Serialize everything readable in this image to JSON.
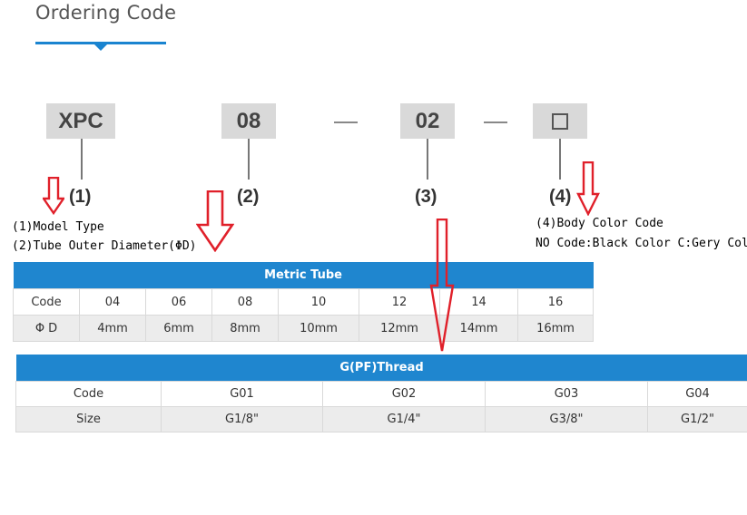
{
  "header": {
    "title": "Ordering Code"
  },
  "code": {
    "segments": [
      "XPC",
      "08",
      "02"
    ],
    "numbers": [
      "(1)",
      "(2)",
      "(3)",
      "(4)"
    ]
  },
  "notes": {
    "model_type": "(1)Model Type",
    "tube_diameter": "(2)Tube Outer Diameter(ΦD)",
    "body_color": "(4)Body Color Code",
    "color_options": "NO Code:Black Color C:Gery Color"
  },
  "metric_table": {
    "title": "Metric Tube",
    "code_label": "Code",
    "size_label": "Φ D",
    "codes": [
      "04",
      "06",
      "08",
      "10",
      "12",
      "14",
      "16"
    ],
    "sizes": [
      "4mm",
      "6mm",
      "8mm",
      "10mm",
      "12mm",
      "14mm",
      "16mm"
    ]
  },
  "thread_table": {
    "title": "G(PF)Thread",
    "code_label": "Code",
    "size_label": "Size",
    "codes": [
      "G01",
      "G02",
      "G03",
      "G04"
    ],
    "sizes": [
      "G1/8\"",
      "G1/4\"",
      "G3/8\"",
      "G1/2\""
    ]
  },
  "colors": {
    "accent": "#1f86cf",
    "arrow": "#e0202a",
    "box": "#d9d9d9"
  }
}
